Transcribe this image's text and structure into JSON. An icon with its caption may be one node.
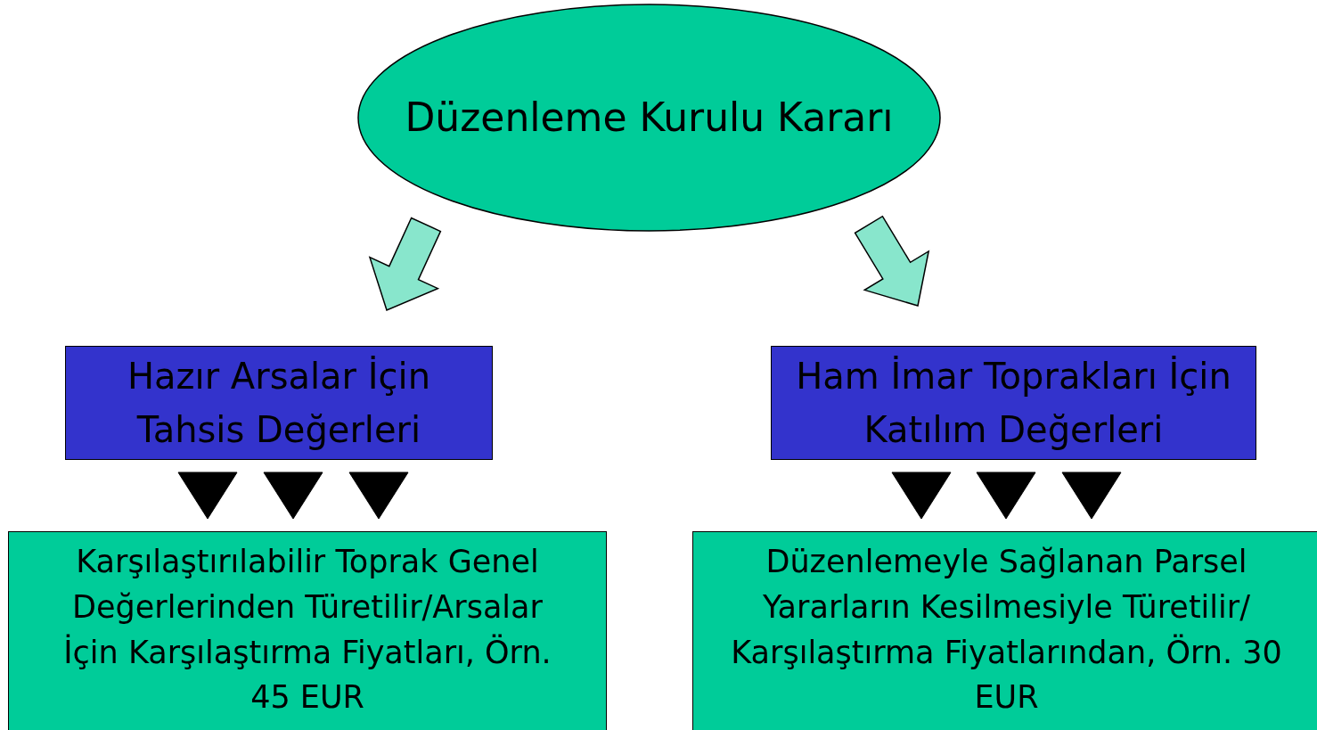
{
  "diagram": {
    "nodes": [
      {
        "text": [
          "Düzenleme Kurulu Kararı"
        ]
      },
      {
        "text": [
          "Hazır Arsalar İçin Tahsis Değerleri"
        ]
      },
      {
        "text": [
          "Ham İmar Toprakları İçin Katılım Değerleri"
        ]
      },
      {
        "text": [
          "Karşılaştırılabilir Toprak Genel Değerlerinden Türetilir/Arsalar İçin Karşılaştırma Fiyatları, Örn. 45 EUR"
        ]
      },
      {
        "text": [
          "Düzenlemeyle Sağlanan Parsel Yararların Kesilmesiyle Türetilir/ Karşılaştırma Fiyatlarından, Örn. 30 EUR"
        ]
      }
    ],
    "edges": [
      {
        "from": 0,
        "to": 1,
        "arrow": "to",
        "style": "thick",
        "color": "#88e6cc"
      },
      {
        "from": 0,
        "to": 2,
        "arrow": "to",
        "style": "thick",
        "color": "#88e6cc"
      },
      {
        "from": 1,
        "to": 3,
        "arrow": "to"
      },
      {
        "from": 1,
        "to": 3,
        "arrow": "to"
      },
      {
        "from": 1,
        "to": 3,
        "arrow": "to"
      },
      {
        "from": 2,
        "to": 4,
        "arrow": "to"
      },
      {
        "from": 2,
        "to": 4,
        "arrow": "to"
      },
      {
        "from": 2,
        "to": 4,
        "arrow": "to"
      }
    ]
  }
}
